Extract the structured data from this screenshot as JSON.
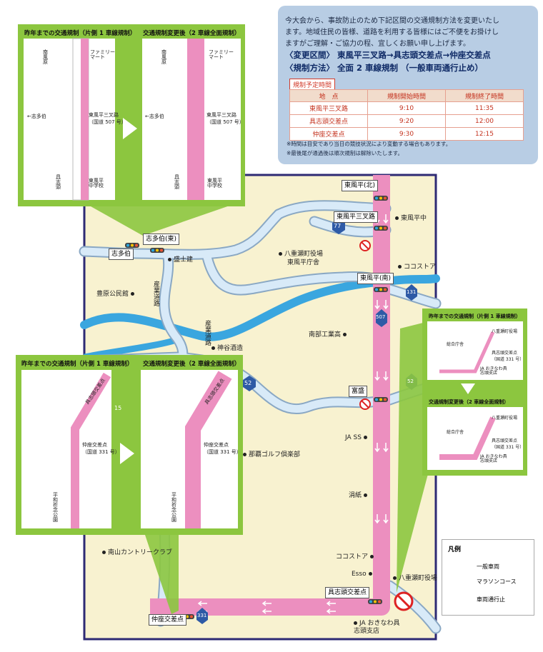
{
  "notice": {
    "lines": [
      "今大会から、事故防止のため下記区間の交通規制方法を変更いたし",
      "ます。地域住民の皆様、道路を利用する皆様にはご不便をお掛けし",
      "ますがご理解・ご協力の程、宜しくお願い申し上げます。"
    ],
    "section": "〈変更区間〉 東風平三叉路→具志頭交差点→仲座交差点",
    "method": "〈規制方法〉 全面 2 車線規制 （一般車両通行止め）",
    "schedule_title": "規制予定時間",
    "headers": [
      "地　点",
      "規制開始時間",
      "規制終了時間"
    ],
    "rows": [
      [
        "東風平三叉路",
        "9:10",
        "11:35"
      ],
      [
        "具志頭交差点",
        "9:20",
        "12:00"
      ],
      [
        "仲座交差点",
        "9:30",
        "12:15"
      ]
    ],
    "notes": [
      "※時間は目安であり当日の競技状況により変動する場合もあります。",
      "※最後尾が通過後は順次規制は解除いたします。"
    ]
  },
  "panels": {
    "before_title": "昨年までの交通規制（片側 1 車線規制）",
    "after_title": "交通規制変更後（2 車線全面規制）",
    "top_labels": {
      "minamikochinda": "南風原",
      "family_mart": "ファミリーマート",
      "shitahaku": "←志多伯",
      "sansaro": "東風平三叉路",
      "route507": "（国道 507 号）",
      "gushikami": "具志頭",
      "kochinda_jhs": "東風平中学校"
    },
    "bottom_labels": {
      "gushikami_intersection": "具志頭交差点",
      "nakaza": "仲座交差点",
      "route331": "（国道 331 号）",
      "heiwa_park": "平和祈念公園"
    },
    "right_labels": {
      "yaese_office": "八重瀬町役場",
      "gushikami_int": "具志頭交差点",
      "route331": "（国道 331 号）",
      "ja_branch": "JA おきなわ具志頭支店",
      "sogo_bldg": "総合庁舎"
    }
  },
  "map": {
    "places": {
      "kochinda_north": "東風平(北)",
      "kochinda_sansaro": "東風平三叉路",
      "kochinda_jhs": "東風平中",
      "shitahaku_east": "志多伯(東)",
      "shitahaku": "志多伯",
      "moritaken": "盛士建",
      "yaese_office": "八重瀬町役場",
      "kochinda_office": "東風平庁舎",
      "coco_store": "ココストア",
      "kochinda_south": "東風平(南)",
      "toyohara": "豊原公民館",
      "sangyo_road": "産業道路",
      "kamitani": "神谷酒造",
      "nanbu_hs": "南部工業高",
      "tomimori": "富盛",
      "ja_ss": "JA SS",
      "ganno": "涓紙",
      "golf": "那覇ゴルフ倶楽部",
      "coco_store2": "ココストア",
      "esso": "Esso",
      "yaese_office2": "八重瀬町役場",
      "gushikami_int": "具志頭交差点",
      "nanzan_cc": "南山カントリークラブ",
      "nakaza": "仲座交差点",
      "ja_okinawa": "JA おきなわ具志頭支店"
    },
    "routes": {
      "r77": "77",
      "r507": "507",
      "r131": "131",
      "r52": "52",
      "r52b": "52",
      "r15": "15",
      "r331": "331"
    }
  },
  "legend": {
    "title": "凡例",
    "general": "一般車両",
    "marathon": "マラソンコース",
    "closed": "車両通行止"
  },
  "colors": {
    "green": "#8cc63f",
    "course": "#ec8fbf",
    "river": "#3aa6df",
    "map_bg": "#f8f2d0",
    "road": "#d8eaf8",
    "frame": "#2e2a74"
  }
}
